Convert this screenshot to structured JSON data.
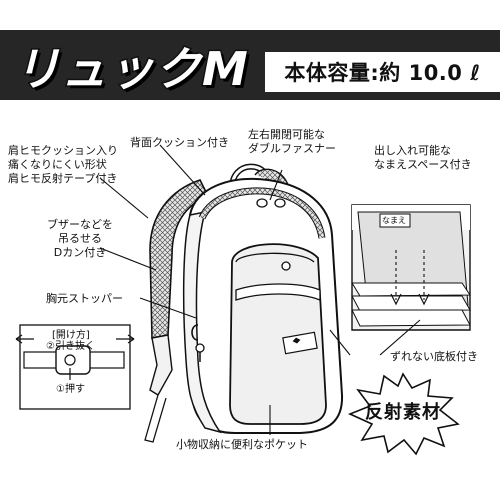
{
  "header": {
    "title": "リュックM",
    "capacity": "本体容量:約 10.0 ℓ"
  },
  "callouts": {
    "back_cushion": "背面クッション付き",
    "shoulder_strap": [
      "肩ヒモクッション入り",
      "痛くなりにくい形状",
      "肩ヒモ反射テープ付き"
    ],
    "double_zipper": [
      "左右開閉可能な",
      "ダブルファスナー"
    ],
    "name_space": [
      "出し入れ可能な",
      "なまえスペース付き"
    ],
    "d_ring": [
      "ブザーなどを",
      "吊るせる",
      "Dカン付き"
    ],
    "chest_stopper": "胸元ストッパー",
    "bottom_plate": "ずれない底板付き",
    "pocket": "小物収納に便利なポケット"
  },
  "buckle": {
    "how_to_open": "[開け方]",
    "pull": "②引き抜く",
    "push": "①押す"
  },
  "name_tag": "なまえ",
  "reflective_badge": "反射素材"
}
